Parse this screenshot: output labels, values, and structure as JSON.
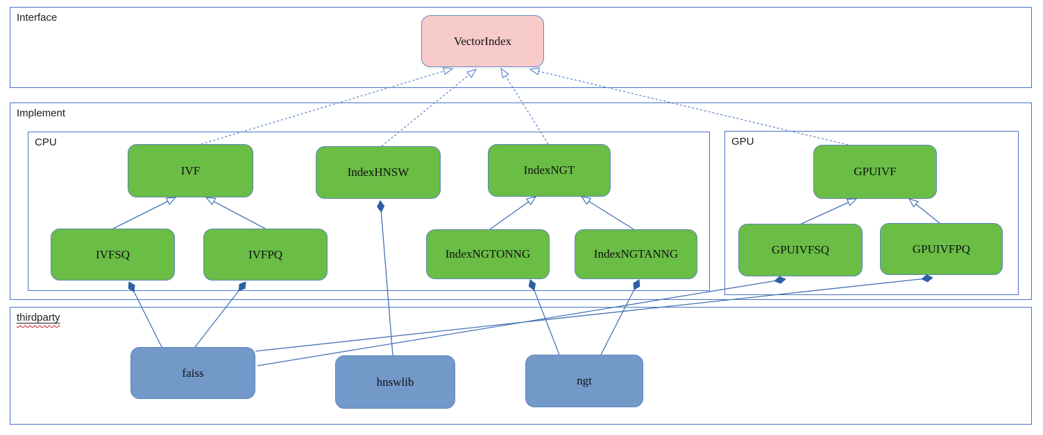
{
  "diagram": {
    "containers": [
      {
        "id": "interface",
        "label": "Interface",
        "decoration": "none"
      },
      {
        "id": "implement",
        "label": "Implement",
        "decoration": "none"
      },
      {
        "id": "cpu",
        "label": "CPU",
        "decoration": "none"
      },
      {
        "id": "gpu",
        "label": "GPU",
        "decoration": "none"
      },
      {
        "id": "thirdparty",
        "label": "thirdparty",
        "decoration": "underline-spellcheck"
      }
    ],
    "nodes": [
      {
        "id": "vectorindex",
        "label": "VectorIndex",
        "kind": "interface",
        "container": "interface"
      },
      {
        "id": "ivf",
        "label": "IVF",
        "kind": "impl",
        "container": "cpu"
      },
      {
        "id": "indexhnsw",
        "label": "IndexHNSW",
        "kind": "impl",
        "container": "cpu"
      },
      {
        "id": "indexngt",
        "label": "IndexNGT",
        "kind": "impl",
        "container": "cpu"
      },
      {
        "id": "ivfsq",
        "label": "IVFSQ",
        "kind": "impl",
        "container": "cpu"
      },
      {
        "id": "ivfpq",
        "label": "IVFPQ",
        "kind": "impl",
        "container": "cpu"
      },
      {
        "id": "indexngtonng",
        "label": "IndexNGTONNG",
        "kind": "impl",
        "container": "cpu"
      },
      {
        "id": "indexngtanng",
        "label": "IndexNGTANNG",
        "kind": "impl",
        "container": "cpu"
      },
      {
        "id": "gpuivf",
        "label": "GPUIVF",
        "kind": "impl",
        "container": "gpu"
      },
      {
        "id": "gpuivfsq",
        "label": "GPUIVFSQ",
        "kind": "impl",
        "container": "gpu"
      },
      {
        "id": "gpuivfpq",
        "label": "GPUIVFPQ",
        "kind": "impl",
        "container": "gpu"
      },
      {
        "id": "faiss",
        "label": "faiss",
        "kind": "thirdparty",
        "container": "thirdparty"
      },
      {
        "id": "hnswlib",
        "label": "hnswlib",
        "kind": "thirdparty",
        "container": "thirdparty"
      },
      {
        "id": "ngt",
        "label": "ngt",
        "kind": "thirdparty",
        "container": "thirdparty"
      }
    ],
    "edges": [
      {
        "from": "ivf",
        "to": "vectorindex",
        "line": "dashed",
        "head": "triangle",
        "relation": "realizes"
      },
      {
        "from": "indexhnsw",
        "to": "vectorindex",
        "line": "dashed",
        "head": "triangle",
        "relation": "realizes"
      },
      {
        "from": "indexngt",
        "to": "vectorindex",
        "line": "dashed",
        "head": "triangle",
        "relation": "realizes"
      },
      {
        "from": "gpuivf",
        "to": "vectorindex",
        "line": "dashed",
        "head": "triangle",
        "relation": "realizes"
      },
      {
        "from": "ivfsq",
        "to": "ivf",
        "line": "solid",
        "head": "triangle",
        "relation": "extends"
      },
      {
        "from": "ivfpq",
        "to": "ivf",
        "line": "solid",
        "head": "triangle",
        "relation": "extends"
      },
      {
        "from": "indexngtonng",
        "to": "indexngt",
        "line": "solid",
        "head": "triangle",
        "relation": "extends"
      },
      {
        "from": "indexngtanng",
        "to": "indexngt",
        "line": "solid",
        "head": "triangle",
        "relation": "extends"
      },
      {
        "from": "gpuivfsq",
        "to": "gpuivf",
        "line": "solid",
        "head": "triangle",
        "relation": "extends"
      },
      {
        "from": "gpuivfpq",
        "to": "gpuivf",
        "line": "solid",
        "head": "triangle",
        "relation": "extends"
      },
      {
        "from": "faiss",
        "to": "ivfsq",
        "line": "solid",
        "head": "diamond",
        "relation": "composes"
      },
      {
        "from": "faiss",
        "to": "ivfpq",
        "line": "solid",
        "head": "diamond",
        "relation": "composes"
      },
      {
        "from": "faiss",
        "to": "gpuivfsq",
        "line": "solid",
        "head": "diamond",
        "relation": "composes"
      },
      {
        "from": "faiss",
        "to": "gpuivfpq",
        "line": "solid",
        "head": "diamond",
        "relation": "composes"
      },
      {
        "from": "hnswlib",
        "to": "indexhnsw",
        "line": "solid",
        "head": "diamond",
        "relation": "composes"
      },
      {
        "from": "ngt",
        "to": "indexngtonng",
        "line": "solid",
        "head": "diamond",
        "relation": "composes"
      },
      {
        "from": "ngt",
        "to": "indexngtanng",
        "line": "solid",
        "head": "diamond",
        "relation": "composes"
      }
    ],
    "colors": {
      "interface_fill": "#f8cbcb",
      "impl_fill": "#6abd45",
      "thirdparty_fill": "#7399c9",
      "node_border": "#5f85bd",
      "container_border": "#4472c4",
      "edge_solid": "#4472b4",
      "edge_dashed": "#5b87cd",
      "diamond_fill": "#2e5fa3",
      "spellcheck_squiggle": "#cc1111"
    }
  }
}
